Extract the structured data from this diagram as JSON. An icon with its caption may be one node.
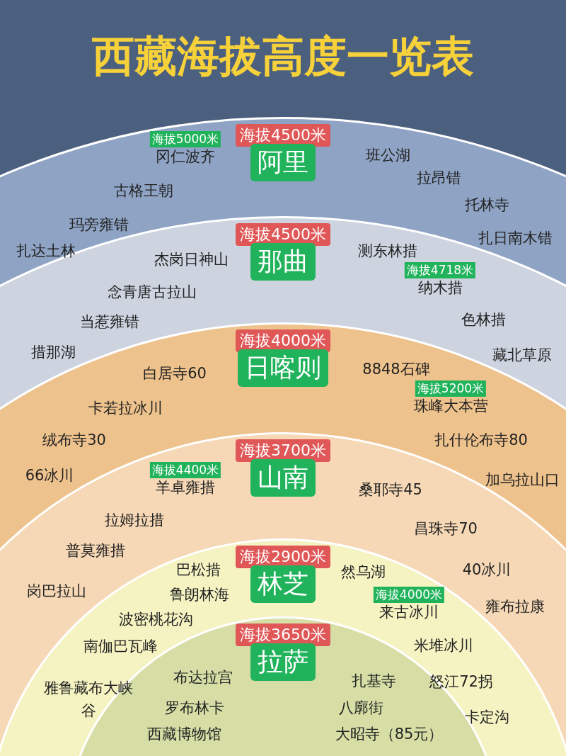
{
  "diagram": {
    "title": "西藏海拔高度一览表",
    "nodes": [
      {
        "text": [
          "海拔4500米",
          "阿里"
        ]
      },
      {
        "text": [
          "海拔5000米"
        ],
        "in": 0,
        "beside": [
          "冈仁波齐"
        ]
      },
      {
        "text": [
          "海拔4500米",
          "那曲"
        ],
        "in": 0
      },
      {
        "text": [
          "海拔4718米"
        ],
        "in": 2,
        "beside": [
          "纳木措"
        ]
      },
      {
        "text": [
          "海拔4000米",
          "日喀则"
        ],
        "in": 2
      },
      {
        "text": [
          "海拔5200米"
        ],
        "in": 4,
        "beside": [
          "珠峰大本营"
        ]
      },
      {
        "text": [
          "海拔3700米",
          "山南"
        ],
        "in": 4
      },
      {
        "text": [
          "海拔4400米"
        ],
        "in": 6,
        "beside": [
          "羊卓雍措"
        ]
      },
      {
        "text": [
          "海拔2900米",
          "林芝"
        ],
        "in": 6
      },
      {
        "text": [
          "海拔4000米"
        ],
        "in": 8,
        "beside": [
          "来古冰川"
        ]
      },
      {
        "text": [
          "海拔3650米",
          "拉萨"
        ],
        "in": 8
      }
    ],
    "labels": [
      "古格王朝",
      "玛旁雍错",
      "扎达土林",
      "班公湖",
      "拉昂错",
      "托林寺",
      "扎日南木错",
      "杰岗日神山",
      "念青唐古拉山",
      "当惹雍错",
      "措那湖",
      "测东林措",
      "色林措",
      "藏北草原",
      "白居寺60",
      "卡若拉冰川",
      "绒布寺30",
      "66冰川",
      "8848石碑",
      "扎什伦布寺80",
      "加乌拉山口",
      "拉姆拉措",
      "普莫雍措",
      "岗巴拉山",
      "桑耶寺45",
      "昌珠寺70",
      "40冰川",
      "雍布拉康",
      "巴松措",
      "鲁朗林海",
      "波密桃花沟",
      "南伽巴瓦峰",
      "雅鲁藏布大峡谷",
      "然乌湖",
      "米堆冰川",
      "怒江72拐",
      "卡定沟",
      "布达拉宫",
      "罗布林卡",
      "西藏博物馆",
      "扎基寺",
      "八廓街",
      "大昭寺（85元）"
    ]
  }
}
